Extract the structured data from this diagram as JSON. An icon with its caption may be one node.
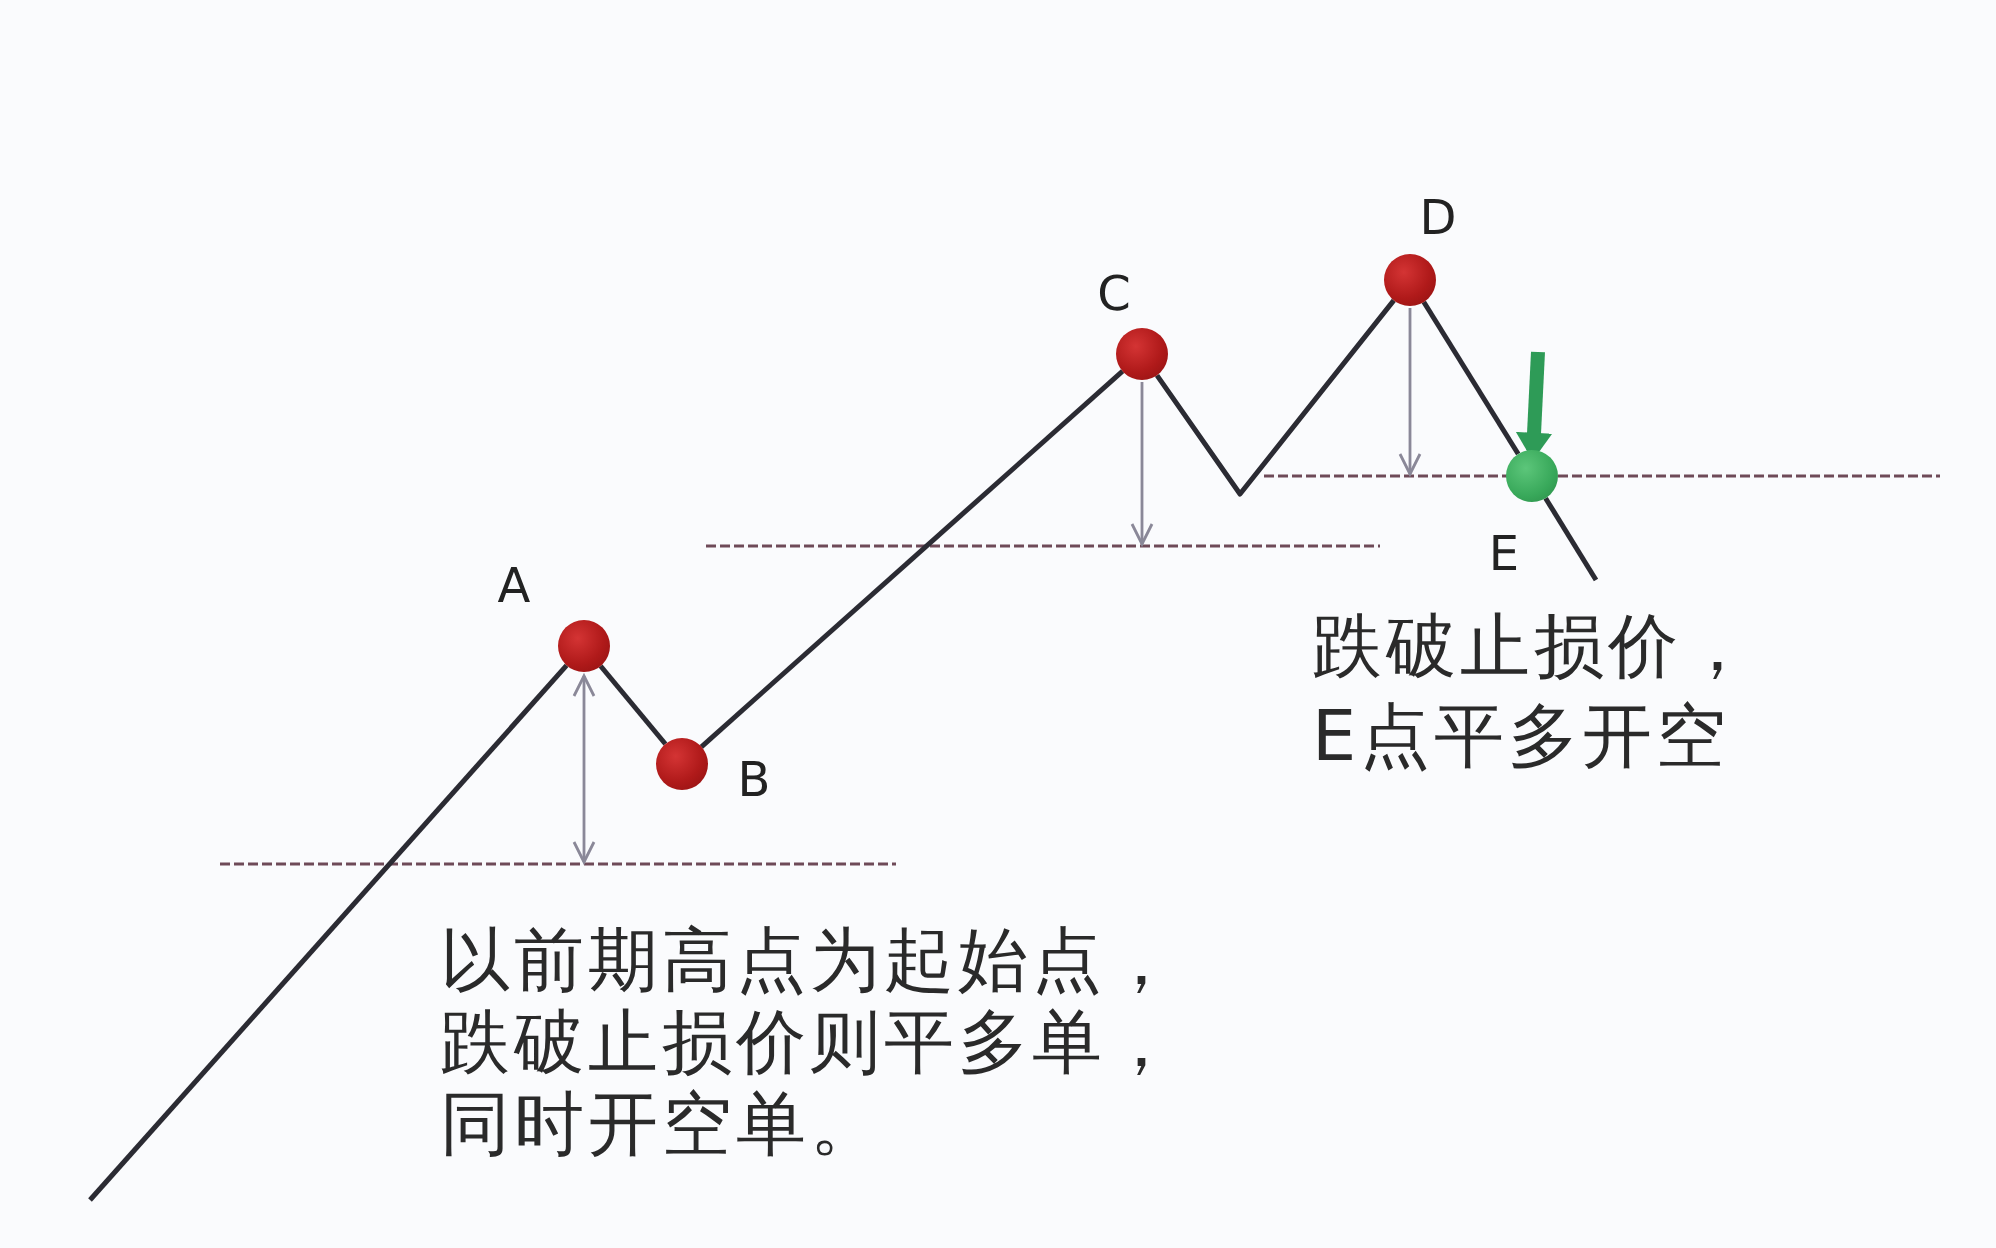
{
  "diagram": {
    "nodes": [
      {
        "text": [
          "A"
        ]
      },
      {
        "text": [
          "B"
        ]
      },
      {
        "text": [
          "C"
        ]
      },
      {
        "text": [
          "D"
        ]
      },
      {
        "text": [
          "E"
        ]
      }
    ],
    "edges": [
      {
        "from": null,
        "to": 0,
        "arrow": "none"
      },
      {
        "from": 0,
        "to": 1,
        "arrow": "none"
      },
      {
        "from": 1,
        "to": 2,
        "arrow": "none"
      },
      {
        "from": 2,
        "to": 3,
        "arrow": "none"
      },
      {
        "from": 3,
        "to": 4,
        "arrow": "none"
      },
      {
        "from": 4,
        "to": null,
        "arrow": "none"
      },
      {
        "from": null,
        "to": 4,
        "arrow": "to",
        "style": "thick",
        "color": "#2e9b57"
      }
    ],
    "labels": [
      "跌破止损价，E点平多开空",
      "以前期高点为起始点，跌破止损价则平多单，同时开空单。"
    ]
  }
}
